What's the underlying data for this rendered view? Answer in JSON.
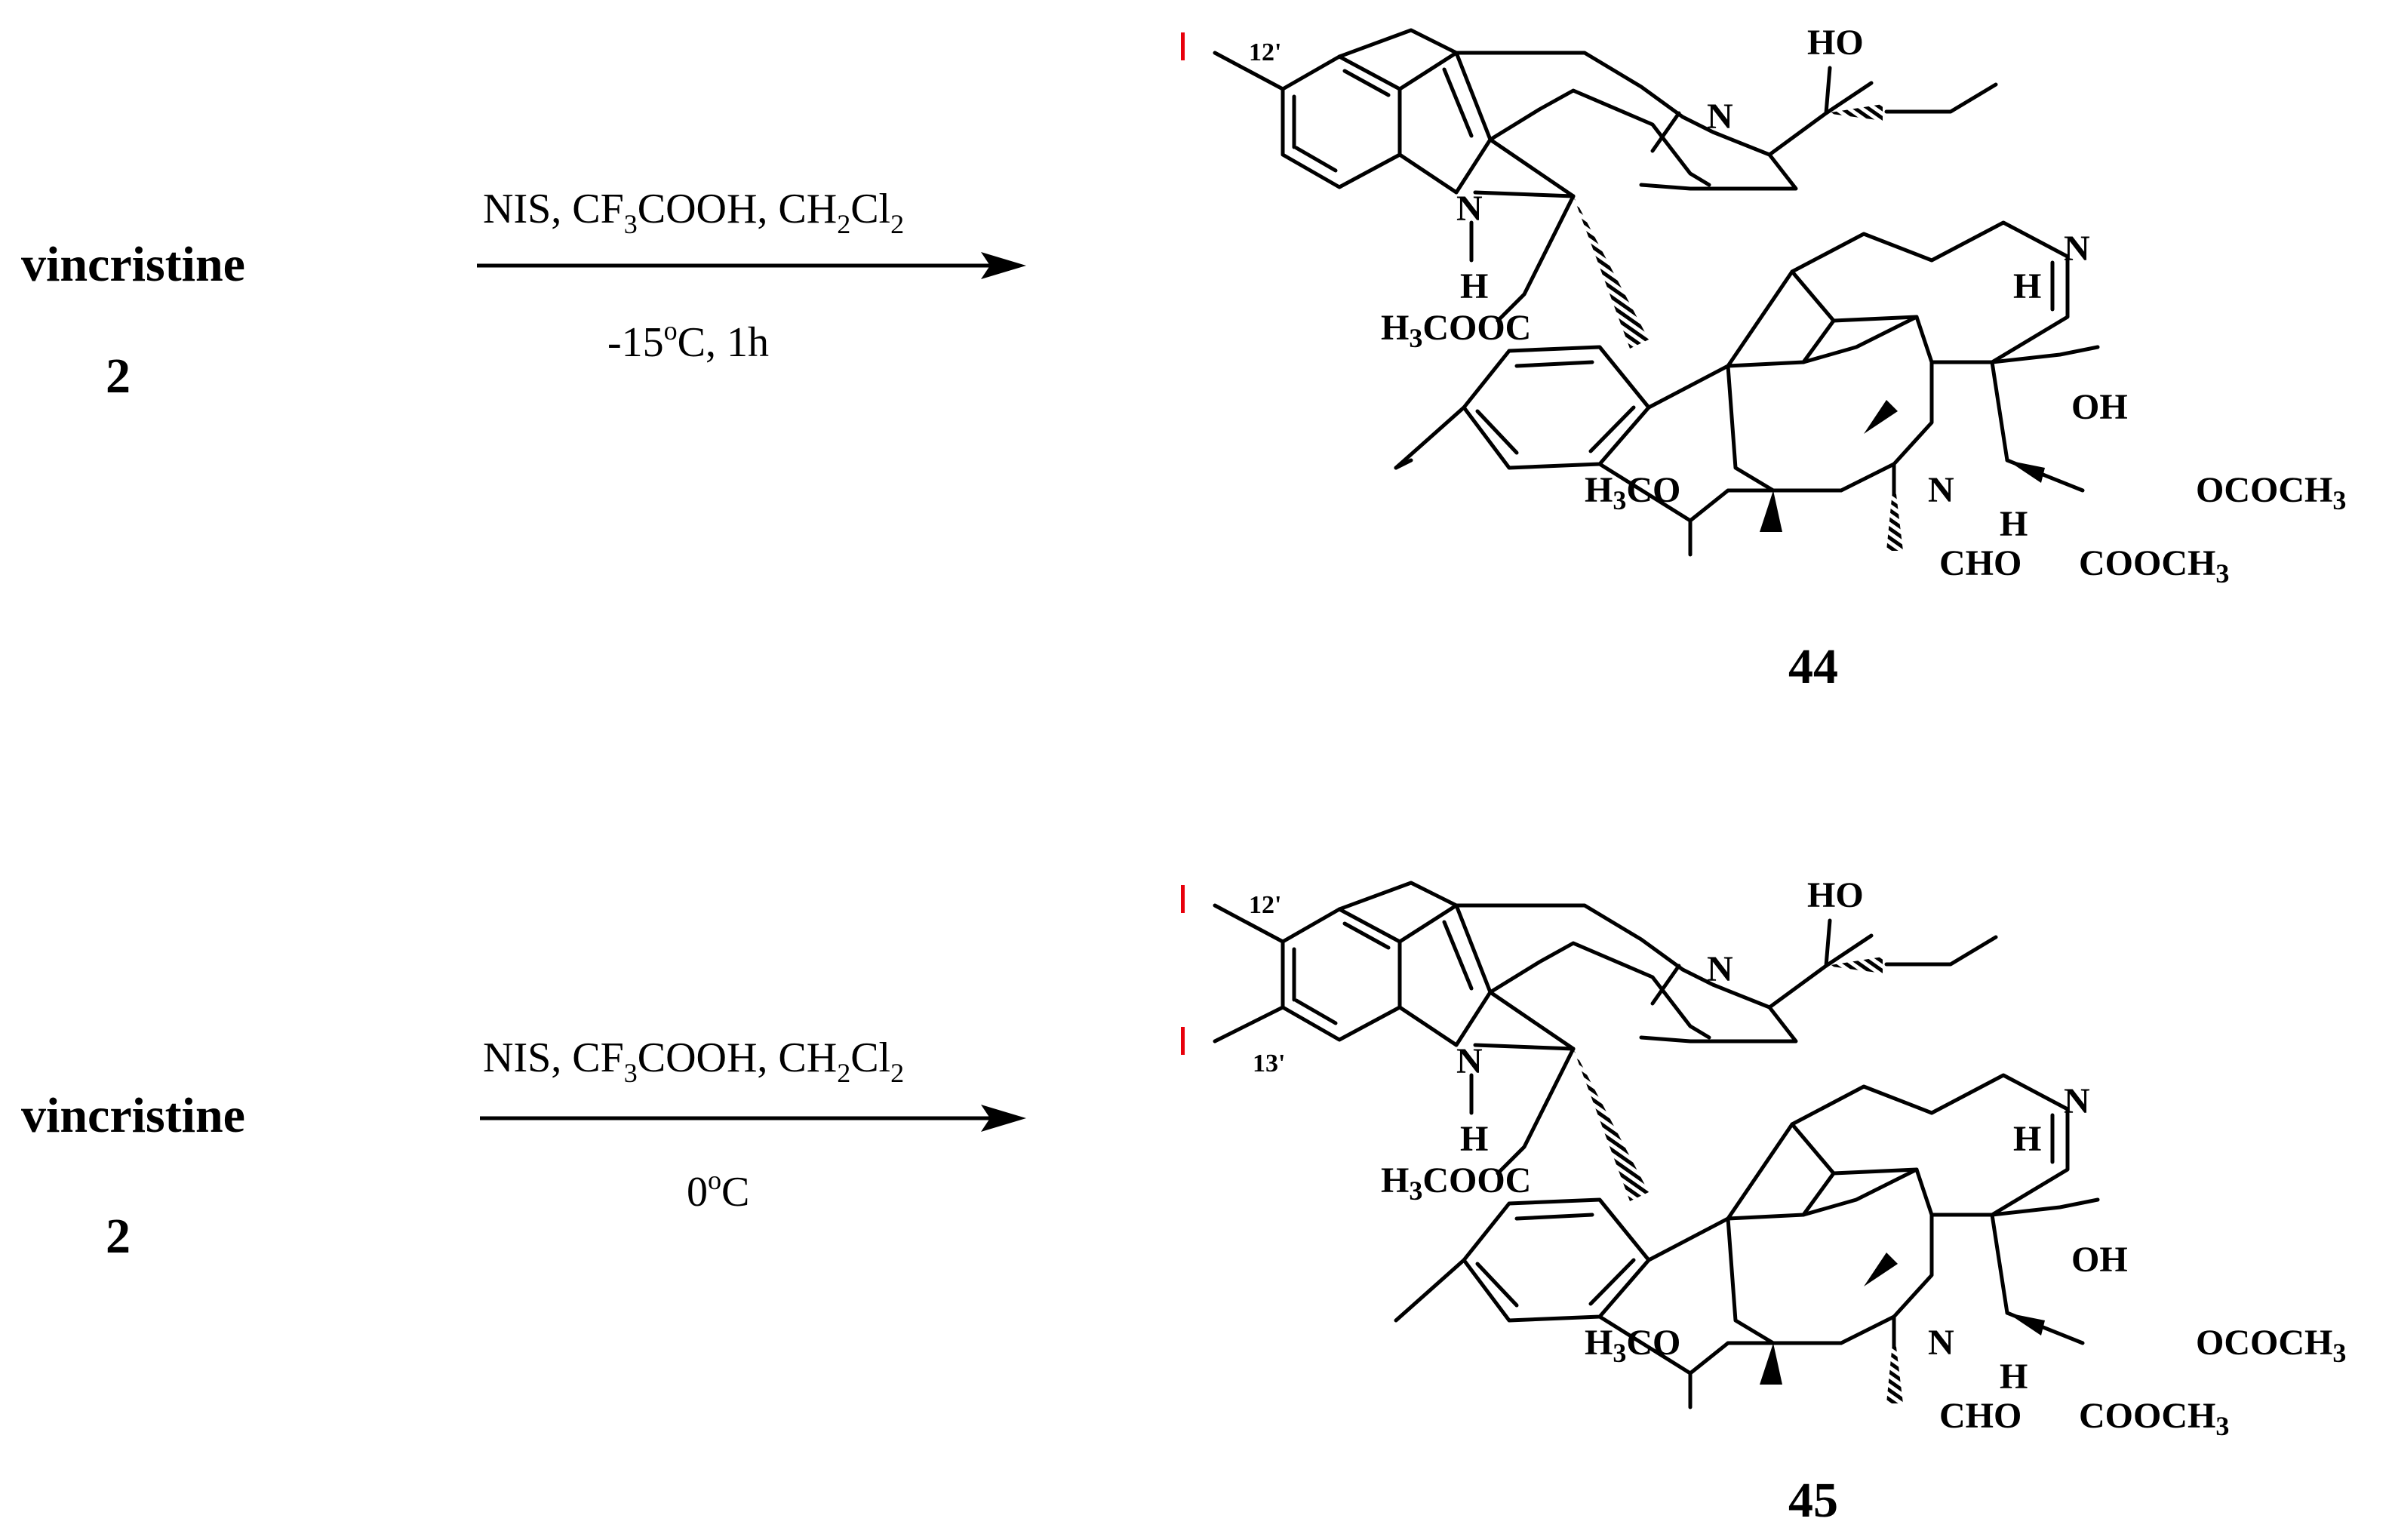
{
  "colors": {
    "text": "#000000",
    "iodine": "#e8000b",
    "background": "#ffffff"
  },
  "reactions": [
    {
      "reactant_name": "vincristine",
      "reactant_number": "2",
      "conditions_above": {
        "a": "NIS, CF",
        "a_sub": "3",
        "b": "COOH, CH",
        "b_sub": "2",
        "c": "Cl",
        "c_sub": "2"
      },
      "conditions_below": {
        "a": "-15",
        "sup": "o",
        "b": "C, 1h"
      },
      "product_number": "44",
      "iodine_labels": [
        {
          "atom": "I",
          "position": "12'"
        }
      ]
    },
    {
      "reactant_name": "vincristine",
      "reactant_number": "2",
      "conditions_above": {
        "a": "NIS, CF",
        "a_sub": "3",
        "b": "COOH, CH",
        "b_sub": "2",
        "c": "Cl",
        "c_sub": "2"
      },
      "conditions_below": {
        "a": "0",
        "sup": "o",
        "b": "C"
      },
      "product_number": "45",
      "iodine_labels": [
        {
          "atom": "I",
          "position": "12'"
        },
        {
          "atom": "I",
          "position": "13'"
        }
      ]
    }
  ],
  "structure_labels": {
    "HO": "HO",
    "N": "N",
    "H": "H",
    "H3COOC": {
      "a": "H",
      "sub": "3",
      "b": "COOC"
    },
    "OH": "OH",
    "H3CO": {
      "a": "H",
      "sub": "3",
      "b": "CO"
    },
    "OCOCH3": {
      "a": "OCOCH",
      "sub": "3"
    },
    "CHO": "CHO",
    "COOCH3": {
      "a": "COOCH",
      "sub": "3"
    }
  }
}
